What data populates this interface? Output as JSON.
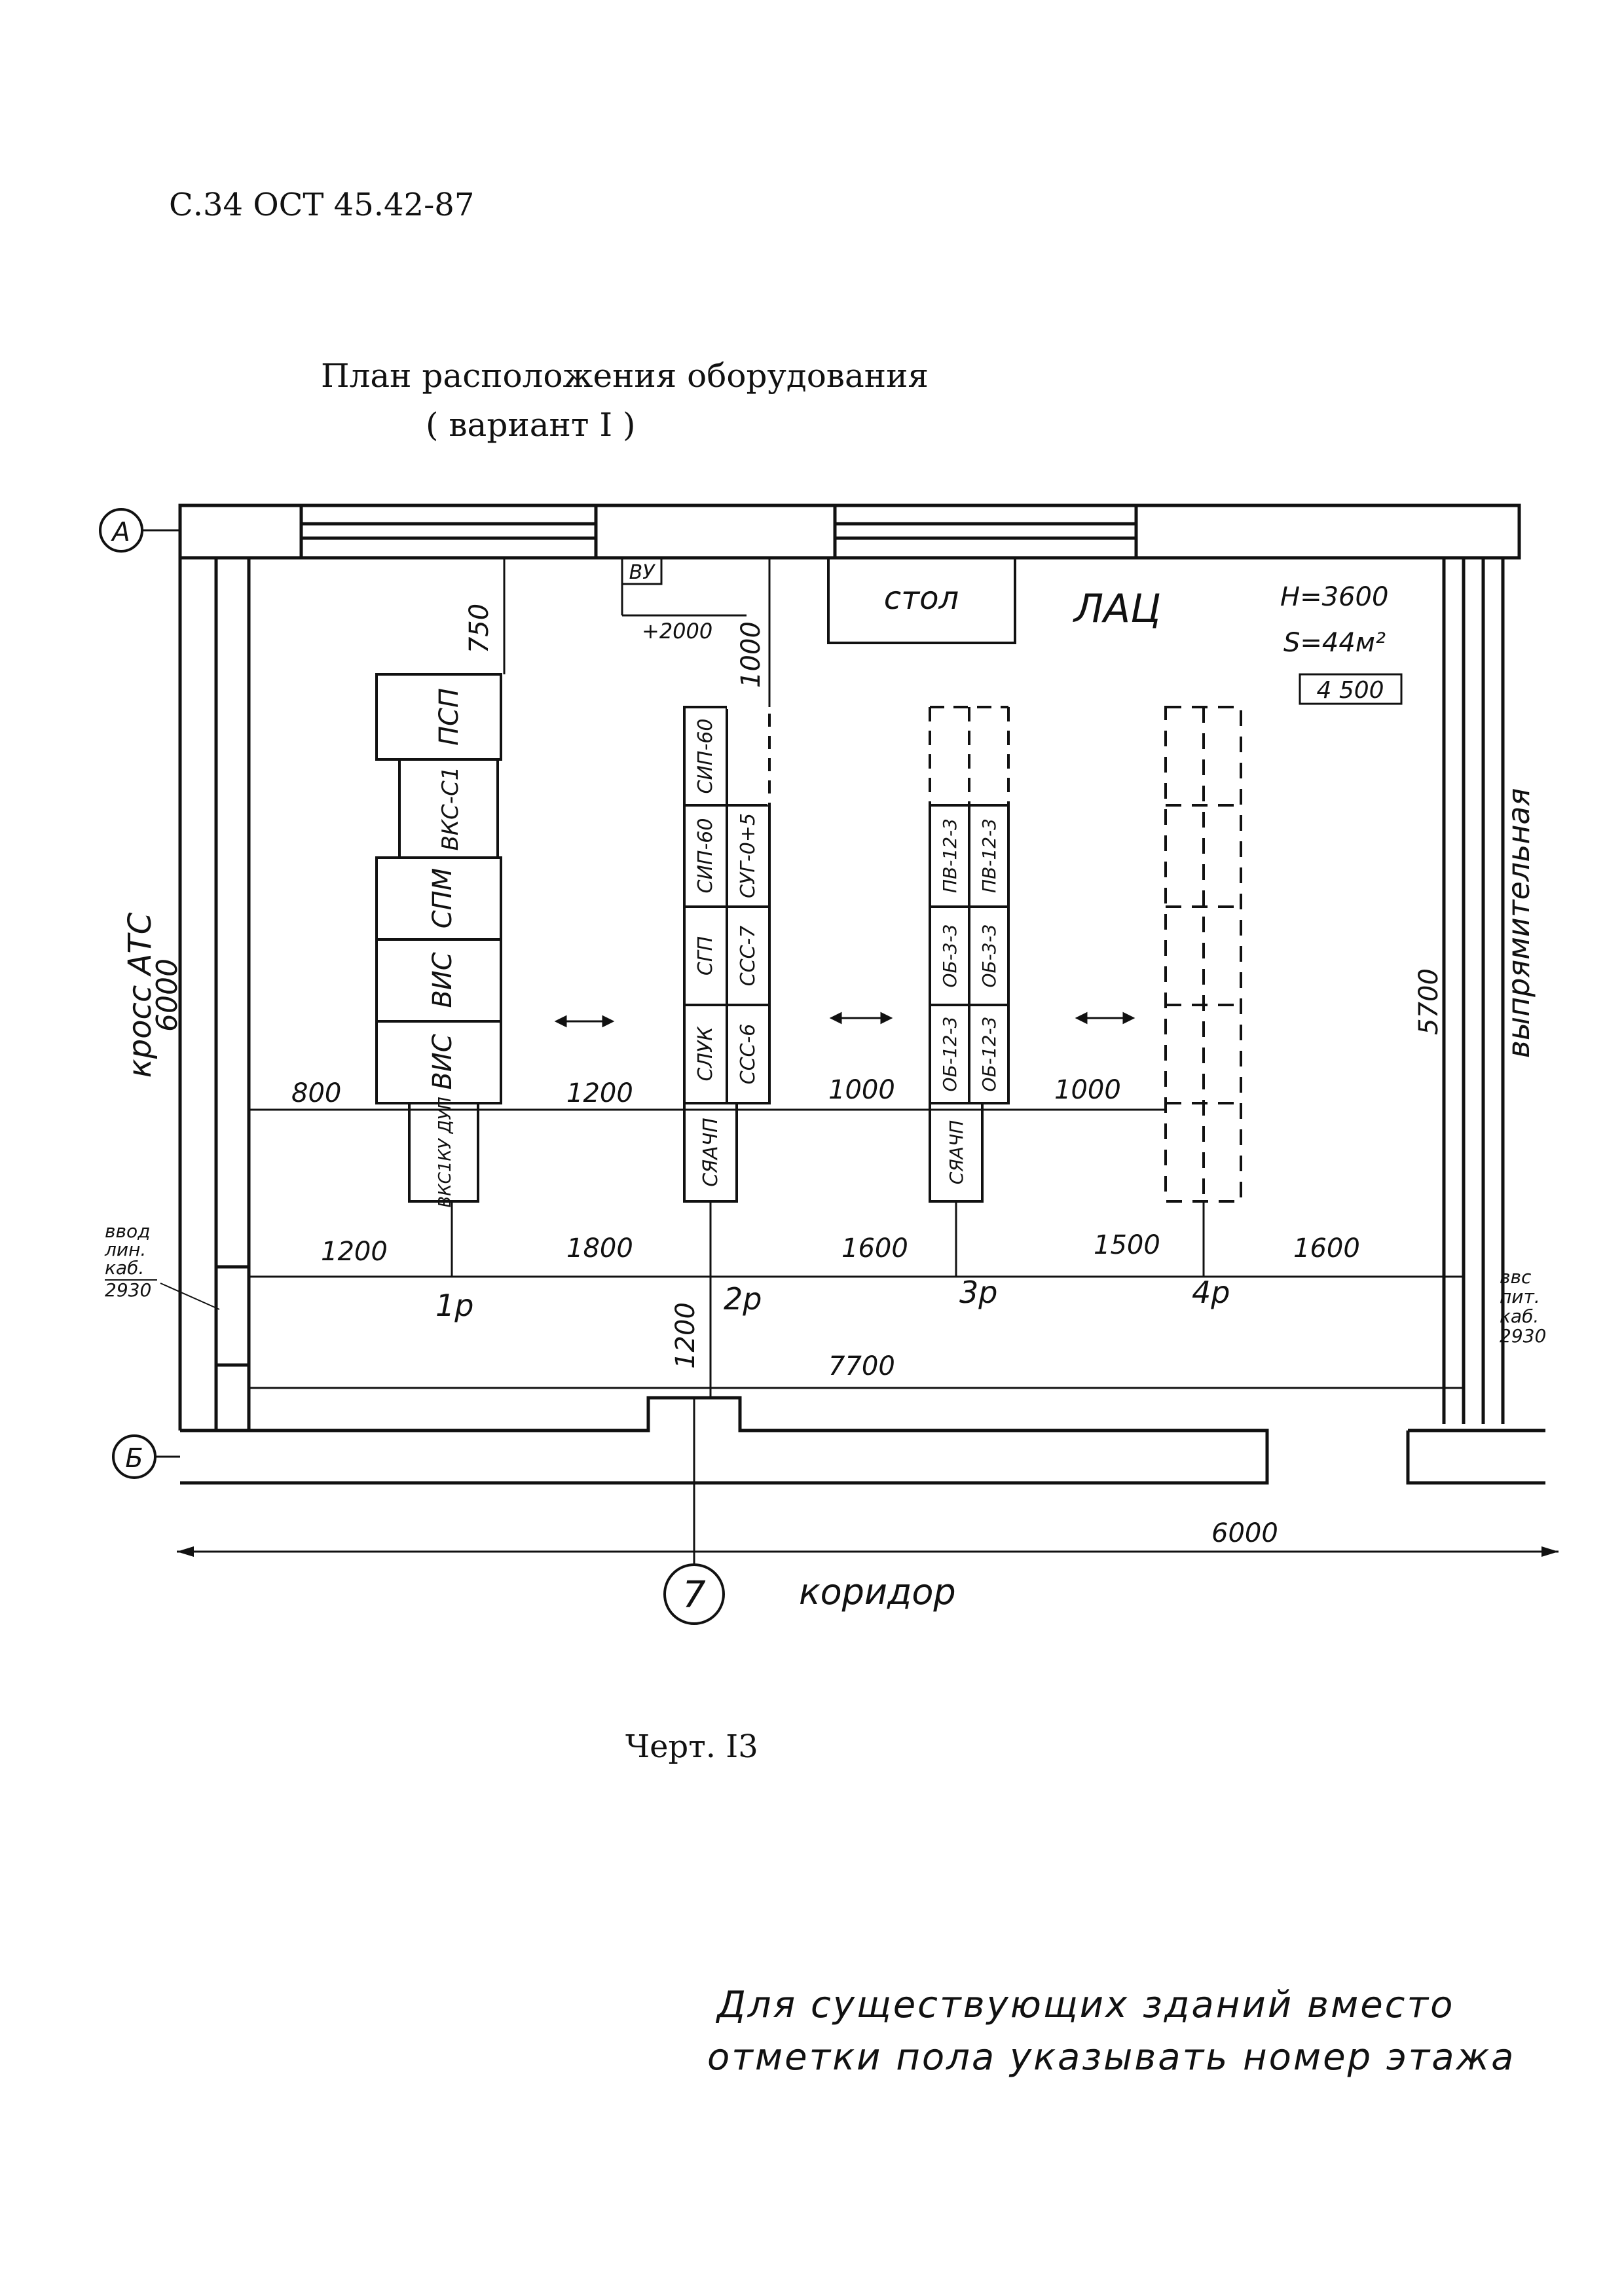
{
  "header": {
    "doc_ref": "С.34 ОСТ 45.42-87"
  },
  "title": {
    "line1": "План расположения оборудования",
    "line2": "( вариант I )"
  },
  "caption": "Черт. I3",
  "note": {
    "line1": "Для существующих зданий вместо",
    "line2": "отметки пола указывать номер этажа"
  },
  "plan": {
    "axis_top": "А",
    "axis_bottom": "Б",
    "axis_door": "7",
    "room_name": "ЛАЦ",
    "height_label": "Н=3600",
    "area_label": "S=44м²",
    "floor_mark": "4 500",
    "table_label": "стол",
    "vu_label": "ВУ",
    "vu_mark": "+2000",
    "left_wall_label": "кросс АТС",
    "left_wall_dim": "6000",
    "right_wall_label": "выпрямительная",
    "right_wall_dim": "5700",
    "corridor_label": "коридор",
    "left_inlet": [
      "ввод",
      "лин.",
      "каб.",
      "2930"
    ],
    "right_inlet": [
      "ввс",
      "пит.",
      "каб.",
      "2930"
    ],
    "row1": [
      "ПСП",
      "ВКС-С1",
      "СПМ",
      "ВИС",
      "ВИС",
      "ВКС1КУ ДУП"
    ],
    "row2_left": [
      "СИП-60",
      "СИП-60",
      "СГП",
      "СЛУК",
      "СЯАЧП"
    ],
    "row2_right": [
      "СУГ-0+5",
      "ССС-7",
      "ССС-6"
    ],
    "row3_left": [
      "ПВ-12-3",
      "ОБ-3-3",
      "ОБ-12-3",
      "СЯАЧП"
    ],
    "row3_right": [
      "ПВ-12-3",
      "ОБ-3-3",
      "ОБ-12-3"
    ],
    "rows": [
      "1р",
      "2р",
      "3р",
      "4р"
    ],
    "dims": {
      "top_750": "750",
      "top_1000": "1000",
      "aisle": [
        "800",
        "1200",
        "1000",
        "1000"
      ],
      "rows_spacing": [
        "1200",
        "1800",
        "1600",
        "1500",
        "1600"
      ],
      "bottom_1200": "1200",
      "overall_7700": "7700",
      "corridor_6000": "6000"
    }
  }
}
